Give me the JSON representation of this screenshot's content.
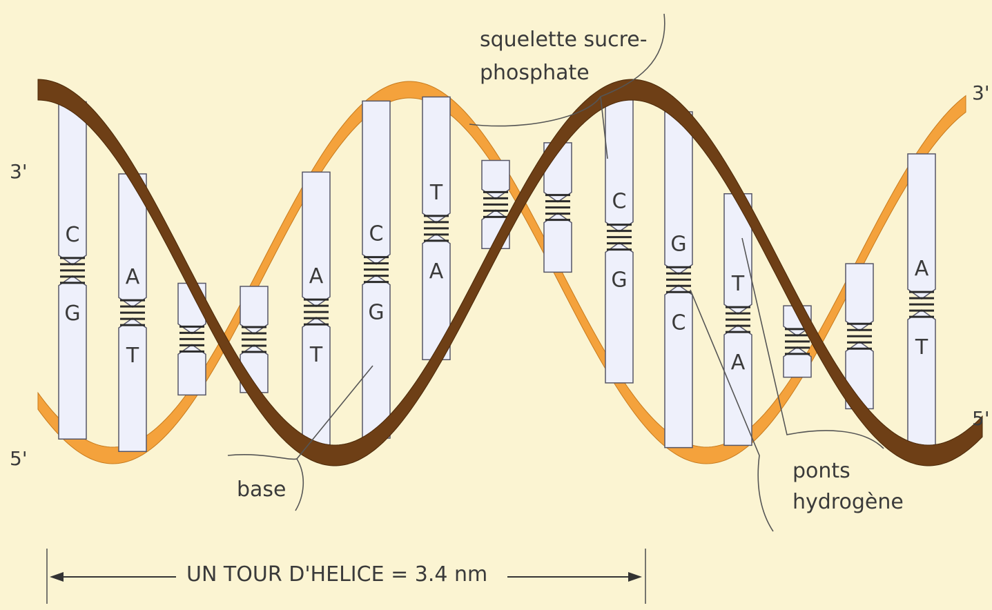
{
  "labels": {
    "backbone": "squelette sucre-\nphosphate",
    "backbone_line1": "squelette sucre-",
    "backbone_line2": "phosphate",
    "base": "base",
    "hbonds_line1": "ponts",
    "hbonds_line2": "hydrogène",
    "turn": "UN TOUR D'HELICE = 3.4 nm"
  },
  "ends": {
    "left_top": "3'",
    "left_bottom": "5'",
    "right_top": "3'",
    "right_bottom": "5'"
  },
  "base_pairs": [
    {
      "top": "C",
      "bottom": "G"
    },
    {
      "top": "A",
      "bottom": "T"
    },
    {
      "top": "",
      "bottom": ""
    },
    {
      "top": "",
      "bottom": ""
    },
    {
      "top": "A",
      "bottom": "T"
    },
    {
      "top": "C",
      "bottom": "G"
    },
    {
      "top": "T",
      "bottom": "A"
    },
    {
      "top": "",
      "bottom": ""
    },
    {
      "top": "",
      "bottom": ""
    },
    {
      "top": "C",
      "bottom": "G"
    },
    {
      "top": "G",
      "bottom": "C"
    },
    {
      "top": "T",
      "bottom": "A"
    },
    {
      "top": "",
      "bottom": ""
    },
    {
      "top": "",
      "bottom": ""
    },
    {
      "top": "A",
      "bottom": "T"
    }
  ],
  "colors": {
    "background": "#fbf4d2",
    "strand_dark": "#6e3f16",
    "strand_light": "#f4a23c",
    "base_fill": "#eef0fb",
    "base_stroke": "#555566",
    "hbond": "#2a2a2a",
    "text": "#3a3a3a"
  }
}
